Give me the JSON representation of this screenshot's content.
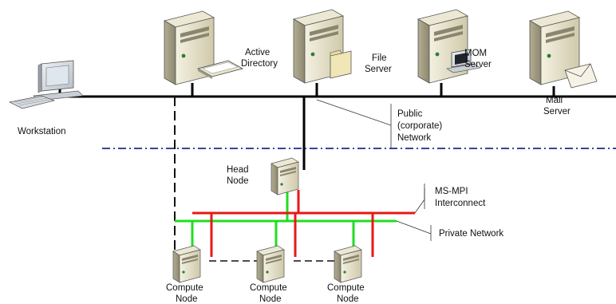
{
  "servers": {
    "active_directory": {
      "line1": "Active",
      "line2": "Directory"
    },
    "file_server": {
      "line1": "File",
      "line2": "Server"
    },
    "mom_server": {
      "line1": "MOM",
      "line2": "Server"
    },
    "mail_server": {
      "line1": "Mail",
      "line2": "Server"
    }
  },
  "workstation": {
    "label": "Workstation"
  },
  "head_node": {
    "line1": "Head",
    "line2": "Node"
  },
  "compute_nodes": [
    {
      "line1": "Compute",
      "line2": "Node"
    },
    {
      "line1": "Compute",
      "line2": "Node"
    },
    {
      "line1": "Compute",
      "line2": "Node"
    }
  ],
  "annotations": {
    "public_network": {
      "line1": "Public",
      "line2": "(corporate)",
      "line3": "Network"
    },
    "mpi_interconnect": {
      "line1": "MS-MPI",
      "line2": "Interconnect"
    },
    "private_network": {
      "line1": "Private Network"
    }
  },
  "colors": {
    "public_bus": "#000000",
    "mpi_bus": "#e81818",
    "private_bus": "#22dd22",
    "boundary": "#1b2b8c",
    "tower_front": "#d9d4b8",
    "tower_side": "#a8a288"
  }
}
